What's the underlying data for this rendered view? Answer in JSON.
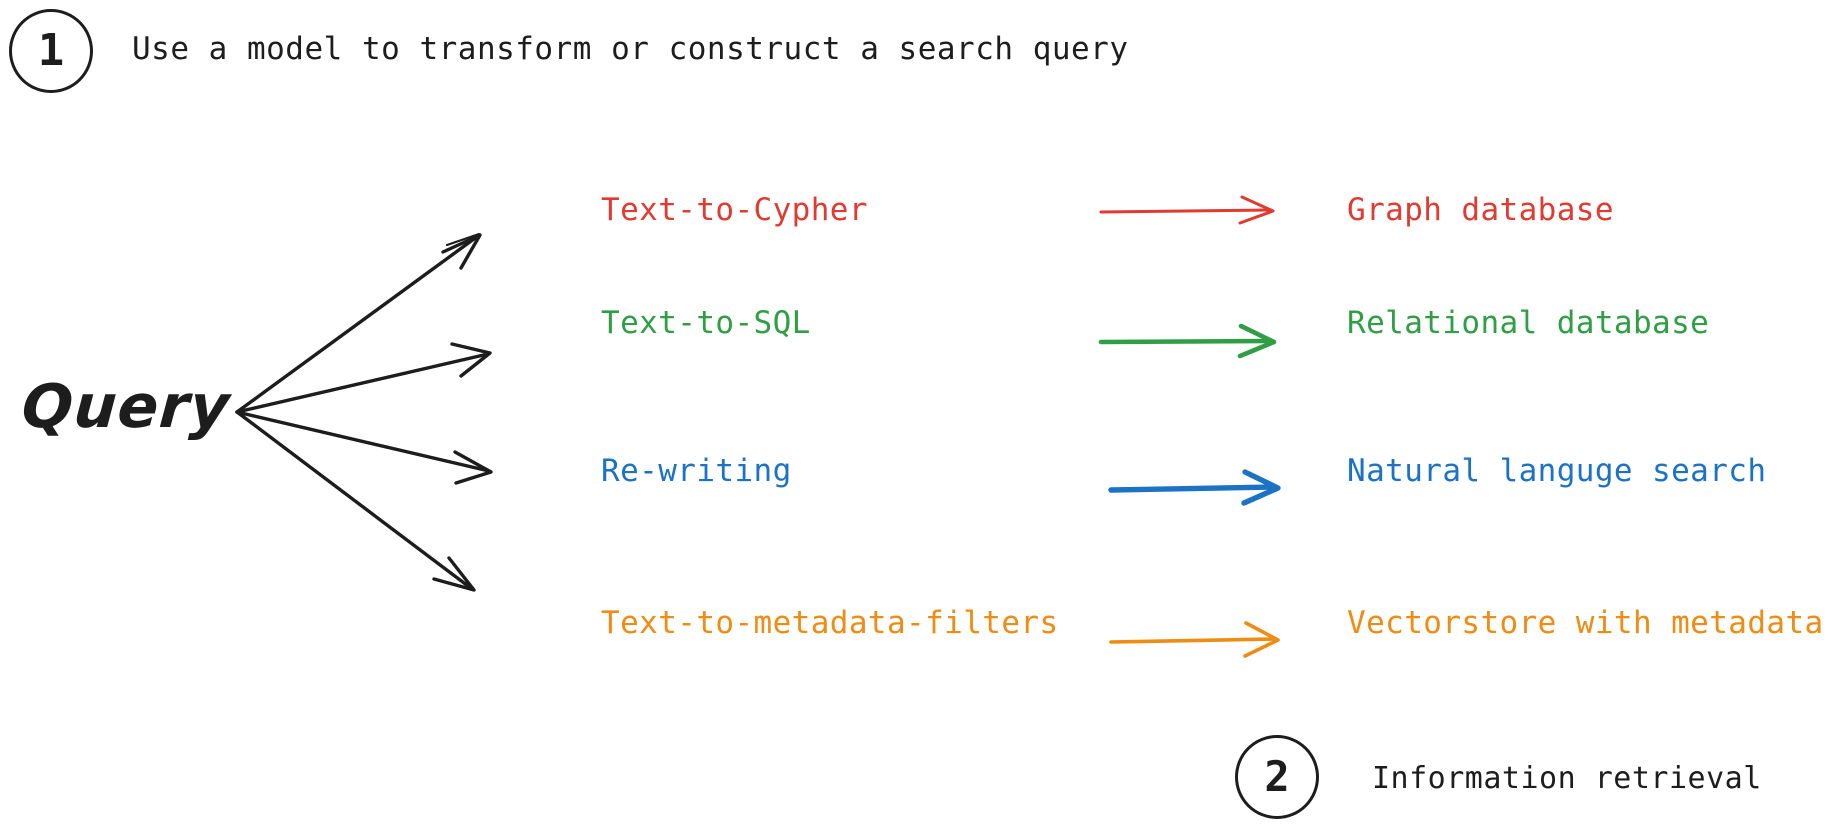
{
  "steps": [
    {
      "number": "1",
      "caption": "Use a model to transform or construct a search query"
    },
    {
      "number": "2",
      "caption": "Information retrieval"
    }
  ],
  "query": {
    "label": "Query"
  },
  "colors": {
    "ink": "#1d1d1d",
    "red": "#e03a31",
    "green": "#2f9e44",
    "blue": "#1c72c4",
    "orange": "#ef8c14"
  },
  "rows": [
    {
      "source": "Text-to-Cypher",
      "target": "Graph database",
      "color": "#e03a31",
      "arrow": "arrow-right-icon"
    },
    {
      "source": "Text-to-SQL",
      "target": "Relational database",
      "color": "#2f9e44",
      "arrow": "arrow-right-icon"
    },
    {
      "source": "Re-writing",
      "target": "Natural languge search",
      "color": "#1c72c4",
      "arrow": "arrow-right-icon"
    },
    {
      "source": "Text-to-metadata-filters",
      "target": "Vectorstore with metadata",
      "color": "#ef8c14",
      "arrow": "arrow-right-icon"
    }
  ],
  "fan": {
    "origin_label": "query-fan-origin",
    "branch_count": 4
  }
}
